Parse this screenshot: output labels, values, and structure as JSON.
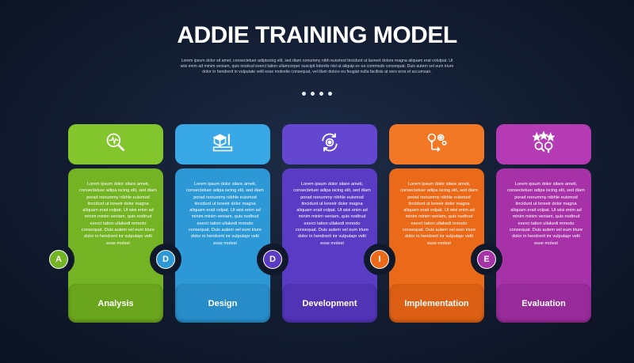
{
  "title": "ADDIE TRAINING MODEL",
  "subtitle": "Lorem ipsum dolor sit amet, consectetuer adipiscing elit, sed diam nonummy nibh euismod tincidunt ut laoreet dolore magna aliquam erat volutpat. Ut wisi enim ad minim veniam, quis nostrud exerci tation ullamcorper suscipit lobortis nisl ut aliquip ex ea commodo consequat. Duis autem vel eum iriure dolor in hendrerit in vulputate velit esse molestie consequat, vel illum dolore eu feugiat nulla facilisis at vero eros et accumsan.",
  "steps": [
    {
      "letter": "A",
      "label": "Analysis",
      "icon": "magnifier-pulse-icon",
      "color": "#74b324",
      "text": "Lorem ipsum dolor sitare ameti, consectetuer adipa iscing elit, sed diam porad nonummy nibhle euismod tincidunt ut loreetr dolor magna aliquam erait volpat. Ut wisi enim ad minim minim veniam, quis nodtrud exerci tation ullakedi mmodo consequat. Duis autem vel eum iriure dolor in hendrerit inr vulputapr velit esse molest"
    },
    {
      "letter": "D",
      "label": "Design",
      "icon": "cube-ruler-pencil-icon",
      "color": "#2d98d6",
      "text": "Lorem ipsum dolor sitare ameti, consectetuer adipa iscing elit, sed diam porad nonummy nibhle euismod tincidunt ut loreetr dolor magna aliquam erait volpat. Ut wisi enim ad minim minim veniam, quis nodtrud exerci tation ullakedi mmodo consequat. Duis autem vel eum iriure dolor in hendrerit inr vulputapr velit esse molest"
    },
    {
      "letter": "D",
      "label": "Development",
      "icon": "gear-cycle-icon",
      "color": "#5a3cc4",
      "text": "Lorem ipsum dolor sitare ameti, consectetuer adipa iscing elit, sed diam porad nonummy nibhle euismod tincidunt ut loreetr dolor magna aliquam erait volpat. Ut wisi enim ad minim minim veniam, quis nodtrud exerci tation ullakedi mmodo consequat. Duis autem vel eum iriure dolor in hendrerit inr vulputapr velit esse molest"
    },
    {
      "letter": "I",
      "label": "Implementation",
      "icon": "bulb-gears-icon",
      "color": "#ea6a1a",
      "text": "Lorem ipsum dolor sitare ameti, consectetuer adipa iscing elit, sed diam porad nonummy nibhle euismod tincidunt ut loreetr dolor magna aliquam erait volpat. Ut wisi enim ad minim minim veniam, quis nodtrud exerci tation ullakedi mmodo consequat. Duis autem vel eum iriure dolor in hendrerit inr vulputapr velit esse molest"
    },
    {
      "letter": "E",
      "label": "Evaluation",
      "icon": "stars-magnifier-icon",
      "color": "#a732a8",
      "text": "Lorem ipsum dolor sitare ameti, consectetuer adipa iscing elit, sed diam porad nonummy nibhle euismod tincidunt ut loreetr dolor magna aliquam erait volpat. Ut wisi enim ad minim minim veniam, quis nodtrud exerci tation ullakedi mmodo consequat. Duis autem vel eum iriure dolor in hendrerit inr vulputapr velit esse molest"
    }
  ]
}
